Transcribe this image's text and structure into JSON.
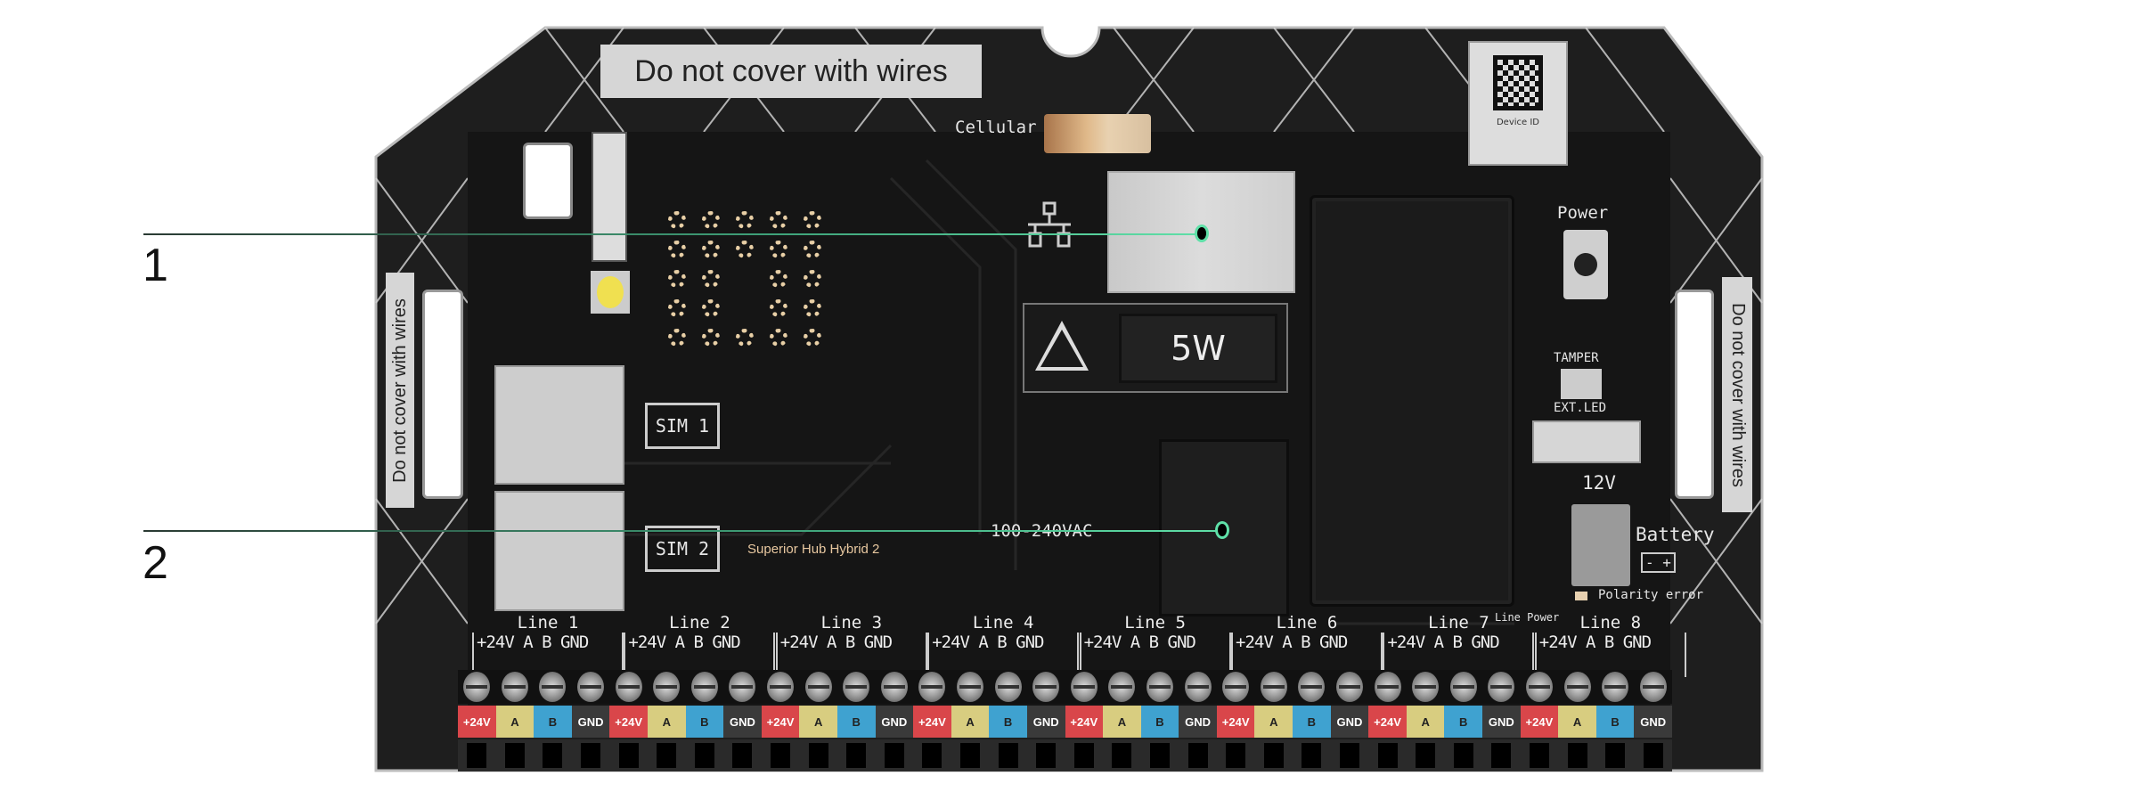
{
  "callouts": [
    {
      "number": "1"
    },
    {
      "number": "2"
    }
  ],
  "board": {
    "warning_top": "Do not cover with wires",
    "warning_left": "Do not cover with wires",
    "warning_right": "Do not cover with wires",
    "device_id": "Device ID",
    "cellular": "Cellular",
    "power": "Power",
    "heater_rating": "5W",
    "tamper": "TAMPER",
    "ext_led": "EXT.LED",
    "v12": "12V",
    "battery": "Battery",
    "battery_polarity": "- +",
    "polarity_error": "Polarity error",
    "sim1": "SIM 1",
    "sim2": "SIM 2",
    "model": "Superior Hub Hybrid 2",
    "mains": "100-240VAC",
    "line_power": "Line Power"
  },
  "lines": [
    {
      "name": "Line 1",
      "pins": "+24V A B GND"
    },
    {
      "name": "Line 2",
      "pins": "+24V A B GND"
    },
    {
      "name": "Line 3",
      "pins": "+24V A B GND"
    },
    {
      "name": "Line 4",
      "pins": "+24V A B GND"
    },
    {
      "name": "Line 5",
      "pins": "+24V A B GND"
    },
    {
      "name": "Line 6",
      "pins": "+24V A B GND"
    },
    {
      "name": "Line 7",
      "pins": "+24V A B GND"
    },
    {
      "name": "Line 8",
      "pins": "+24V A B GND"
    }
  ],
  "terminal_labels": [
    "+24V",
    "A",
    "B",
    "GND"
  ],
  "terminal_colors": [
    "#d9464a",
    "#d8cd80",
    "#3fa2d0",
    "#3a3a3a"
  ]
}
